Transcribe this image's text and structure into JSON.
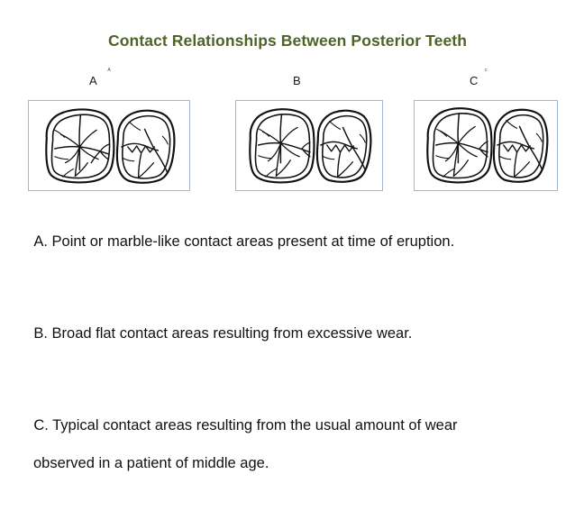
{
  "slide": {
    "title": "Contact Relationships Between Posterior Teeth",
    "title_color": "#4F6228",
    "background_color": "#FFFFFF",
    "text_color": "#111111",
    "frame_border_color": "#9EB6D8"
  },
  "figures": [
    {
      "letter": "A",
      "mini_caption": "A",
      "alt": "occlusal view line drawing of two adjacent posterior teeth with point-like contact"
    },
    {
      "letter": "B",
      "mini_caption": "",
      "alt": "occlusal view line drawing of two adjacent posterior teeth with broad flat contact"
    },
    {
      "letter": "C",
      "mini_caption": "c",
      "alt": "occlusal view line drawing of two adjacent posterior teeth with typical contact"
    }
  ],
  "body": {
    "items": [
      {
        "line1": "A. Point or marble-like contact areas present at time of eruption.",
        "line2": ""
      },
      {
        "line1": "B. Broad flat contact areas resulting from excessive wear.",
        "line2": ""
      },
      {
        "line1": "C. Typical contact areas resulting from the usual amount of wear",
        "line2": "observed in a patient of middle age."
      }
    ]
  }
}
